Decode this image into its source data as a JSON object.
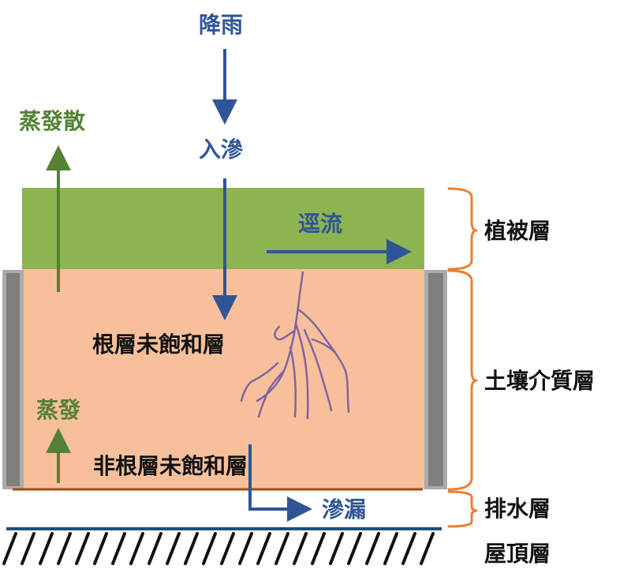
{
  "flows": {
    "rainfall": "降雨",
    "infiltration": "入滲",
    "runoff": "逕流",
    "evapotranspiration": "蒸發散",
    "evaporation": "蒸發",
    "leakage": "滲漏"
  },
  "zones": {
    "root_unsaturated": "根層未飽和層",
    "non_root_unsaturated": "非根層未飽和層"
  },
  "layers": {
    "vegetation": "植被層",
    "soil_medium": "土壤介質層",
    "drainage": "排水層",
    "roof": "屋頂層"
  },
  "colors": {
    "vegetation": "#8db450",
    "soil": "#f8c09a",
    "water_flow": "#2f5597",
    "vapor_flow": "#548235",
    "brace": "#ed7d31",
    "wall": "#7f7f7f",
    "roots": "#8064a2",
    "drainage_line": "#a54a14",
    "roof_line": "#1f4e79"
  }
}
